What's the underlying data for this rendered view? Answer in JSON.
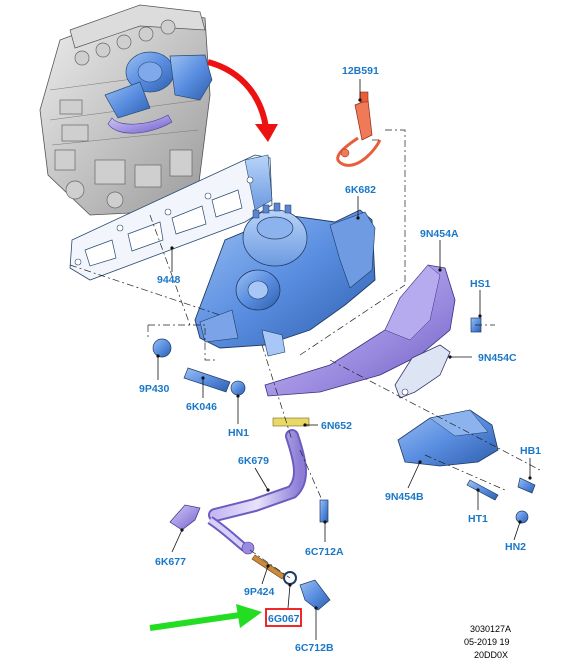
{
  "labels": {
    "p12B591": "12B591",
    "p6K682": "6K682",
    "p9448": "9448",
    "p9N454A": "9N454A",
    "pHS1": "HS1",
    "p9N454C": "9N454C",
    "p9P430": "9P430",
    "p6K046": "6K046",
    "pHN1": "HN1",
    "p6N652": "6N652",
    "p6K679": "6K679",
    "pHB1": "HB1",
    "p9N454B": "9N454B",
    "pHT1": "HT1",
    "pHN2": "HN2",
    "p6K677": "6K677",
    "p6C712A": "6C712A",
    "p9P424": "9P424",
    "p6G067": "6G067",
    "p6C712B": "6C712B"
  },
  "reference": {
    "line1": "3030127A",
    "line2": "05-2019 19",
    "line3": "20DD0X"
  },
  "colors": {
    "label": "#1a78c8",
    "part_blue": "#5a8ee0",
    "part_purple": "#9b8be0",
    "callout_arrow": "#ee1111",
    "pointer_arrow": "#22dd22",
    "highlight_box": "#ee1111",
    "engine_gray": "#b8b8b8"
  }
}
